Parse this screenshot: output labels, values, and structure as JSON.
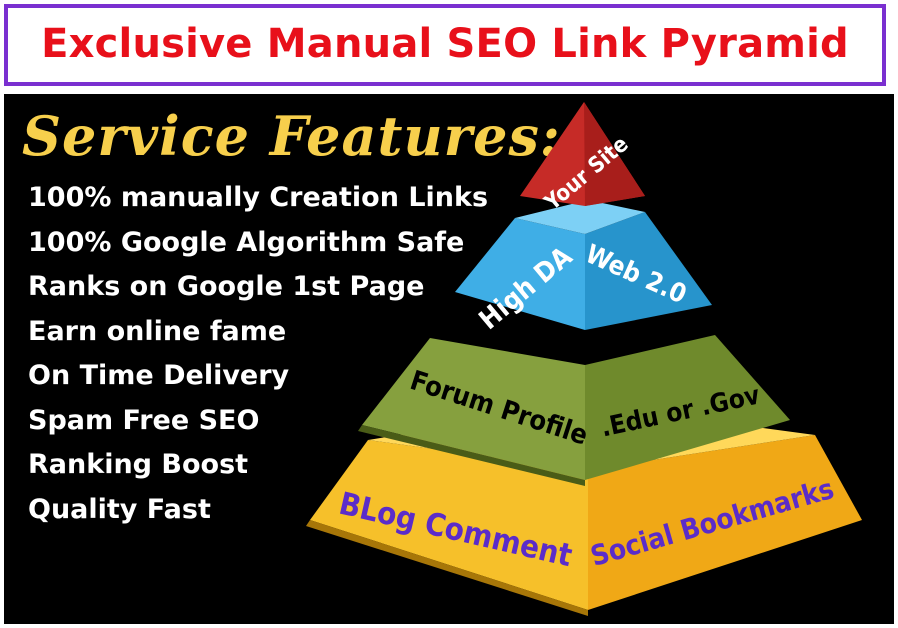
{
  "header": {
    "title": "Exclusive Manual SEO Link Pyramid"
  },
  "features": {
    "heading": "Service Features:",
    "items": [
      "100% manually Creation Links",
      "100% Google Algorithm Safe",
      "Ranks on Google 1st Page",
      "Earn online fame",
      "On Time Delivery",
      "Spam Free SEO",
      "Ranking Boost",
      "Quality Fast"
    ]
  },
  "pyramid": {
    "top": {
      "label": "Your Site",
      "color": "#c42a26"
    },
    "tier2": {
      "left_label": "High DA",
      "right_label": "Web 2.0",
      "color": "#3aa9e0"
    },
    "tier3": {
      "left_label": "Forum Profile",
      "right_label": ".Edu or .Gov",
      "color": "#7f9a3a"
    },
    "tier4": {
      "left_label": "BLog Comment",
      "right_label": "Social Bookmarks",
      "color": "#f4b41c"
    }
  },
  "colors": {
    "header_border": "#7a2fd0",
    "title": "#e8101a",
    "heading": "#f7cf4c",
    "bottom_text": "#5b2cc9"
  }
}
